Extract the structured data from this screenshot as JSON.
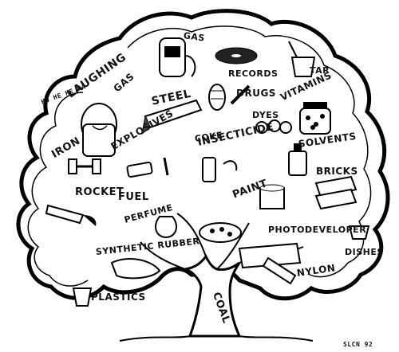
{
  "illustration": {
    "labels": {
      "gas": "GAS",
      "records": "RECORDS",
      "tar": "TAR",
      "laughing": "LAUGHING",
      "gas2": "GAS",
      "steel": "STEEL",
      "drugs": "DRUGS",
      "vitamins": "VITAMINS",
      "dyes": "DYES",
      "coke": "COKE",
      "iron": "IRON",
      "explosives": "EXPLOSIVES",
      "insecticide": "INSECTICIDE",
      "solvents": "SOLVENTS",
      "bricks": "BRICKS",
      "rocket": "ROCKET",
      "fuel": "FUEL",
      "paint": "PAINT",
      "perfume": "PERFUME",
      "photodeveloper": "PHOTODEVELOPER",
      "synthetic_rubber": "SYNTHETIC RUBBER",
      "dishes": "DISHES",
      "nylon": "NYLON",
      "plastics": "PLASTICS",
      "coal": "COAL",
      "hehe": "HO HE HE HA"
    },
    "signature": "SLCN 92"
  }
}
